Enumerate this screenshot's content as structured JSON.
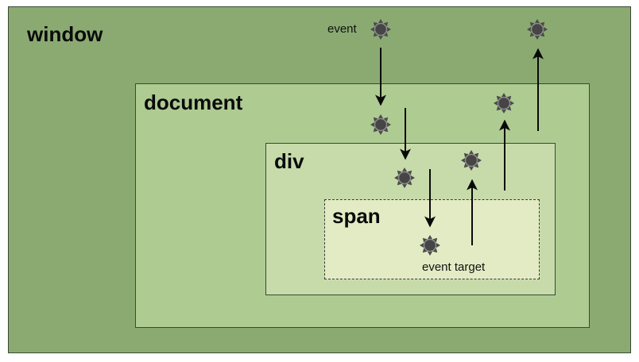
{
  "colors": {
    "window": "#8aaa72",
    "document": "#aecb92",
    "div": "#c7dbaa",
    "span": "#e3ebc4",
    "border": "#3a4a33",
    "arrow": "#0a0a0a",
    "event_icon": "#4a4a4a"
  },
  "boxes": {
    "window": "window",
    "document": "document",
    "div": "div",
    "span": "span"
  },
  "labels": {
    "event": "event",
    "event_target": "event target"
  },
  "icons": {
    "event": "event-sun-icon"
  }
}
